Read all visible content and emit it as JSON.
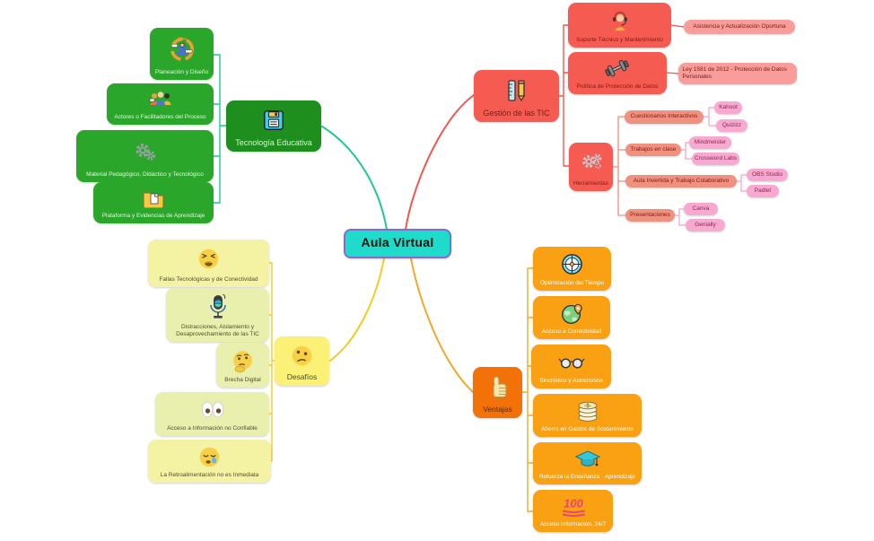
{
  "title": "Aula Virtual",
  "colors": {
    "center_fill": "#1edcc9",
    "center_border": "#7b6fd4",
    "green_main": "#1e8e1e",
    "green_child": "#2aa62a",
    "green_line": "#1ec795",
    "red_node": "#f65b52",
    "salmon_node": "#f0907e",
    "pink_leaf": "#f8a9d2",
    "light_salmon_leaf": "#f89d99",
    "yellow_main": "#faf176",
    "yellow_child": "#f4f2a3",
    "yellow_line": "#f2cd1f",
    "orange_main": "#f37109",
    "orange_child": "#f9a013",
    "orange_line": "#f5a728"
  },
  "branches": {
    "tecnologia": {
      "label": "Tecnología Educativa",
      "icon": "floppy-disk-icon",
      "children": [
        {
          "label": "Planeación y Diseño",
          "icon": "idea-team-icon"
        },
        {
          "label": "Actores o Facilitadores del Proceso",
          "icon": "people-group-icon"
        },
        {
          "label": "Material Pedagógico, Didáctico y Tecnológico",
          "icon": "gears-icon"
        },
        {
          "label": "Plataforma y Evidencias de Aprendizaje",
          "icon": "folder-document-icon"
        }
      ]
    },
    "gestion": {
      "label": "Gestión de las TIC",
      "icon": "ruler-pencil-icon",
      "children": [
        {
          "label": "Soporte Técnico y Mantenimiento",
          "icon": "support-agent-icon",
          "children": [
            {
              "label": "Asistencia y Actualización Oportuna"
            }
          ]
        },
        {
          "label": "Política de Protección de Datos",
          "icon": "dumbbell-icon",
          "children": [
            {
              "label": "Ley 1581 de 2012 - Protección de Datos Personales"
            }
          ]
        },
        {
          "label": "Herramientas",
          "icon": "gears-icon",
          "children": [
            {
              "label": "Cuestionarios Interactivos",
              "children": [
                {
                  "label": "Kahoot"
                },
                {
                  "label": "Quizizz"
                }
              ]
            },
            {
              "label": "Trabajos en clase",
              "children": [
                {
                  "label": "Mindmeister"
                },
                {
                  "label": "Crossword Labs"
                }
              ]
            },
            {
              "label": "Aula Invertida y Trabajo Colaborativo",
              "children": [
                {
                  "label": "OBS Studio"
                },
                {
                  "label": "Padlet"
                }
              ]
            },
            {
              "label": "Presentaciones",
              "children": [
                {
                  "label": "Canva"
                },
                {
                  "label": "Genially"
                }
              ]
            }
          ]
        }
      ]
    },
    "desafios": {
      "label": "Desafíos",
      "icon": "confused-face-icon",
      "children": [
        {
          "label": "Fallas Tecnológicas y de Conectividad",
          "icon": "weary-face-icon"
        },
        {
          "label": "Distracciones, Aislamiento y Desaprovechamiento de las TIC",
          "icon": "microphone-icon"
        },
        {
          "label": "Brecha Digital",
          "icon": "thinking-face-icon"
        },
        {
          "label": "Acceso a Información no Confiable",
          "icon": "eyes-icon"
        },
        {
          "label": "La Retroalimentación no es Inmediata",
          "icon": "sleepy-face-icon"
        }
      ]
    },
    "ventajas": {
      "label": "Ventajas",
      "icon": "thumbs-up-icon",
      "children": [
        {
          "label": "Optimización del Tiempo",
          "icon": "compass-icon"
        },
        {
          "label": "Acceso a Conectividad",
          "icon": "globe-pin-icon"
        },
        {
          "label": "Sincrónico y Asincrónico",
          "icon": "glasses-icon"
        },
        {
          "label": "Ahorro en Gastos de Sostenimiento",
          "icon": "coins-icon"
        },
        {
          "label": "Refuerza la Enseñanza - Aprendizaje",
          "icon": "graduation-cap-icon"
        },
        {
          "label": "Acceso Información, 24/7",
          "icon": "hundred-points-icon"
        }
      ]
    }
  }
}
